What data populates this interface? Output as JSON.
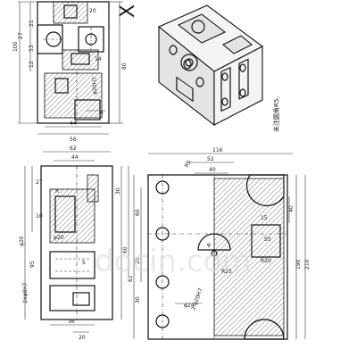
{
  "drawing": {
    "watermark": "docin.com",
    "corner_label": "X",
    "note": "未注圆角R5。",
    "front_view": {
      "dims_vertical_left": [
        "27",
        "100",
        "53",
        "12",
        "21"
      ],
      "dims_vertical_right": [
        "80"
      ],
      "dims_horizontal": [
        "44",
        "56"
      ],
      "labels": [
        "20",
        "14",
        "φ20H7",
        "4"
      ]
    },
    "side_view": {
      "dims_top": [
        "62",
        "44"
      ],
      "labels_left": [
        "27",
        "10",
        "95",
        "φ20",
        "2xφ8H7"
      ],
      "labels_right": [
        "30",
        "60"
      ],
      "labels_misc": [
        "R",
        "φ20",
        "S",
        "36",
        "20"
      ],
      "dims_bottom": [
        "36",
        "20"
      ]
    },
    "right_view": {
      "dims_top": [
        "116",
        "52",
        "40",
        "R5"
      ],
      "labels_left": [
        "60",
        "20",
        "30",
        "61"
      ],
      "labels_right": [
        "40",
        "15",
        "R20",
        "55",
        "190",
        "210"
      ],
      "labels_mid": [
        "φ",
        "2-φ20H7",
        "R25",
        "φ24"
      ]
    }
  }
}
